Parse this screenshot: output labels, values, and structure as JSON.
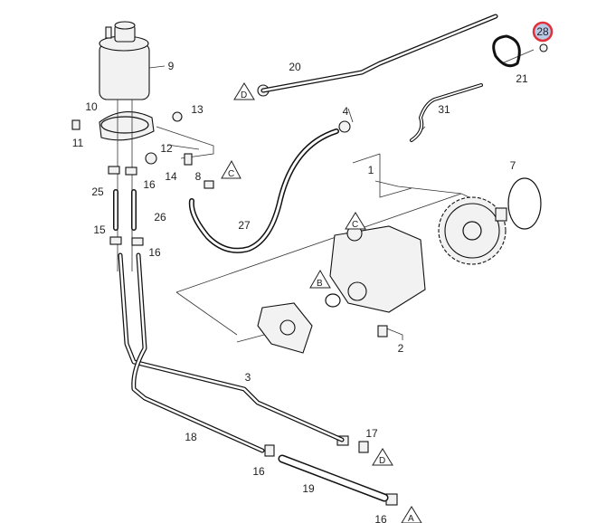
{
  "diagram": {
    "highlight_color": "#e0313a",
    "highlight_fill": "#b9c9e6",
    "selected_callout": "28",
    "callouts": {
      "c1": "1",
      "c2": "2",
      "c3": "3",
      "c4": "4",
      "c7": "7",
      "c8": "8",
      "c9": "9",
      "c10": "10",
      "c11": "11",
      "c12": "12",
      "c13": "13",
      "c14": "14",
      "c15": "15",
      "c16a": "16",
      "c16b": "16",
      "c16c": "16",
      "c16d": "16",
      "c17": "17",
      "c18": "18",
      "c19": "19",
      "c20": "20",
      "c21": "21",
      "c25": "25",
      "c26": "26",
      "c27": "27",
      "c28": "28",
      "c31": "31"
    },
    "reference_markers": {
      "d1": "D",
      "c1": "C",
      "c2": "C",
      "b": "B",
      "d2": "D",
      "a": "A"
    }
  }
}
